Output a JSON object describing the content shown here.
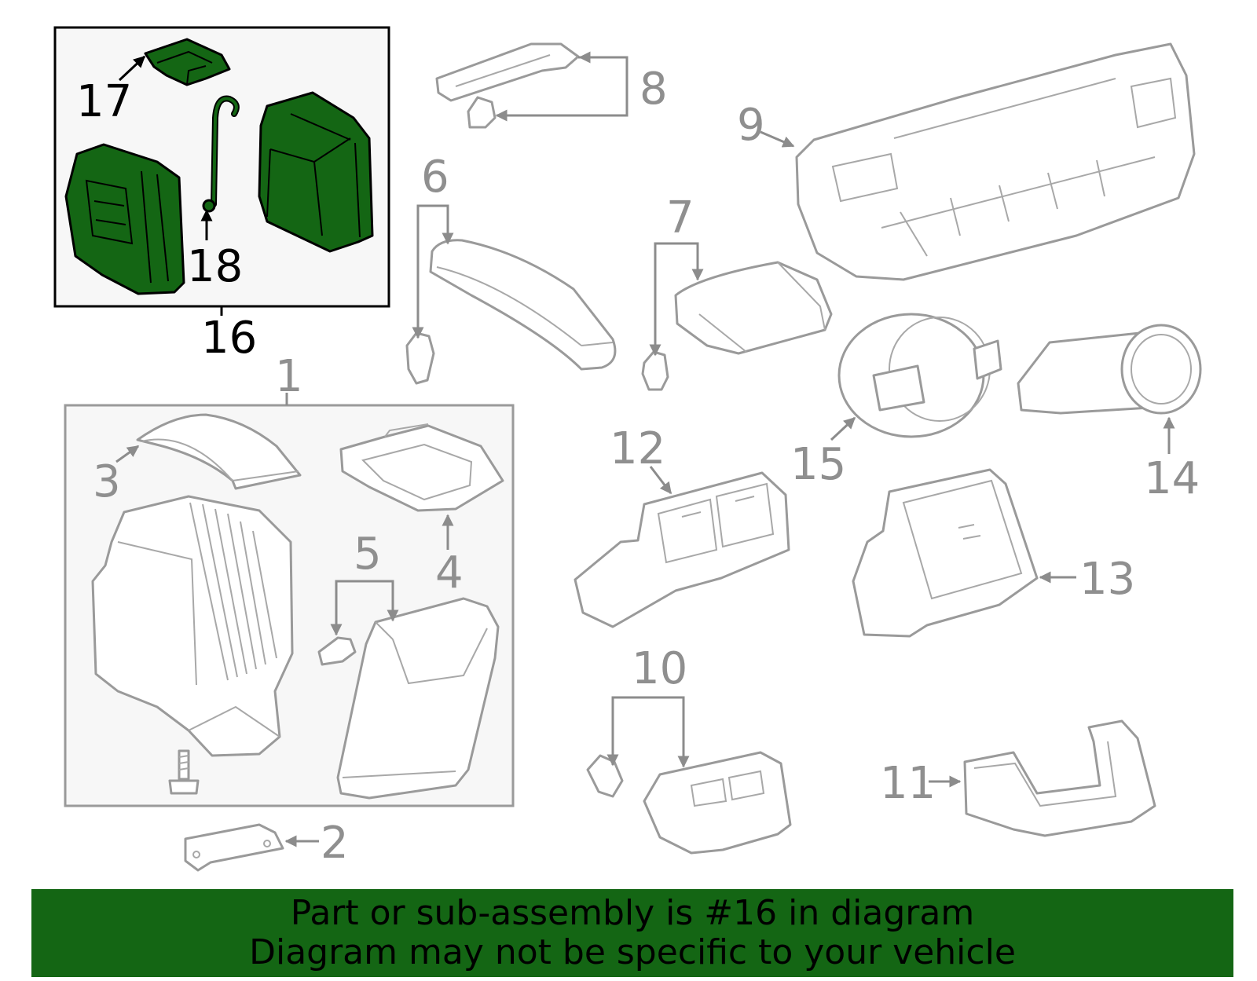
{
  "callouts": {
    "c1": "1",
    "c2": "2",
    "c3": "3",
    "c4": "4",
    "c5": "5",
    "c6": "6",
    "c7": "7",
    "c8": "8",
    "c9": "9",
    "c10": "10",
    "c11": "11",
    "c12": "12",
    "c13": "13",
    "c14": "14",
    "c15": "15",
    "c16": "16",
    "c17": "17",
    "c18": "18"
  },
  "footer": {
    "line1": "Part or sub-assembly is #16 in diagram",
    "line2": "Diagram may not be specific to your vehicle"
  },
  "colors": {
    "highlight": "#146614",
    "outline": "#9a9a9a",
    "label_grey": "#8f8f8f",
    "label_dark": "#000000"
  }
}
